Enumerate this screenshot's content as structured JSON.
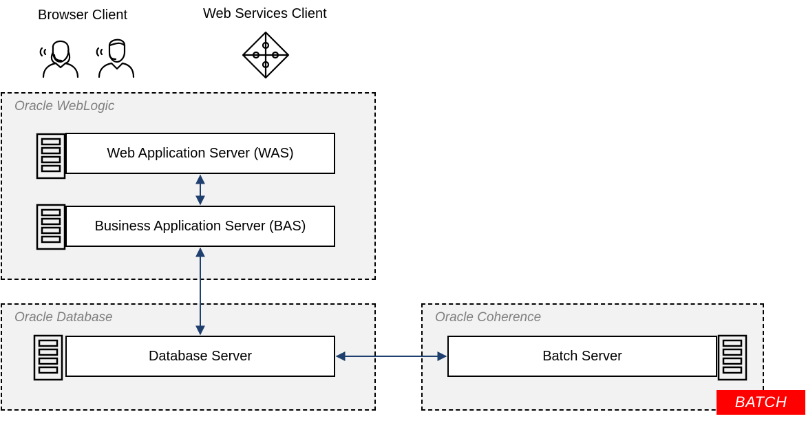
{
  "clients": {
    "browser_label": "Browser Client",
    "webservices_label": "Web Services Client"
  },
  "zones": {
    "weblogic": "Oracle WebLogic",
    "database": "Oracle Database",
    "coherence": "Oracle Coherence"
  },
  "servers": {
    "was": "Web Application Server (WAS)",
    "bas": "Business Application Server (BAS)",
    "db": "Database Server",
    "batch": "Batch Server"
  },
  "badge": "BATCH",
  "colors": {
    "connector": "#1f3f6e",
    "zone_fill": "#f2f2f2",
    "zone_label": "#7f7f7f",
    "badge_bg": "#ff0000"
  },
  "icons": [
    "headset-woman-icon",
    "headset-man-icon",
    "puzzle-icon",
    "server-rack-icon"
  ]
}
